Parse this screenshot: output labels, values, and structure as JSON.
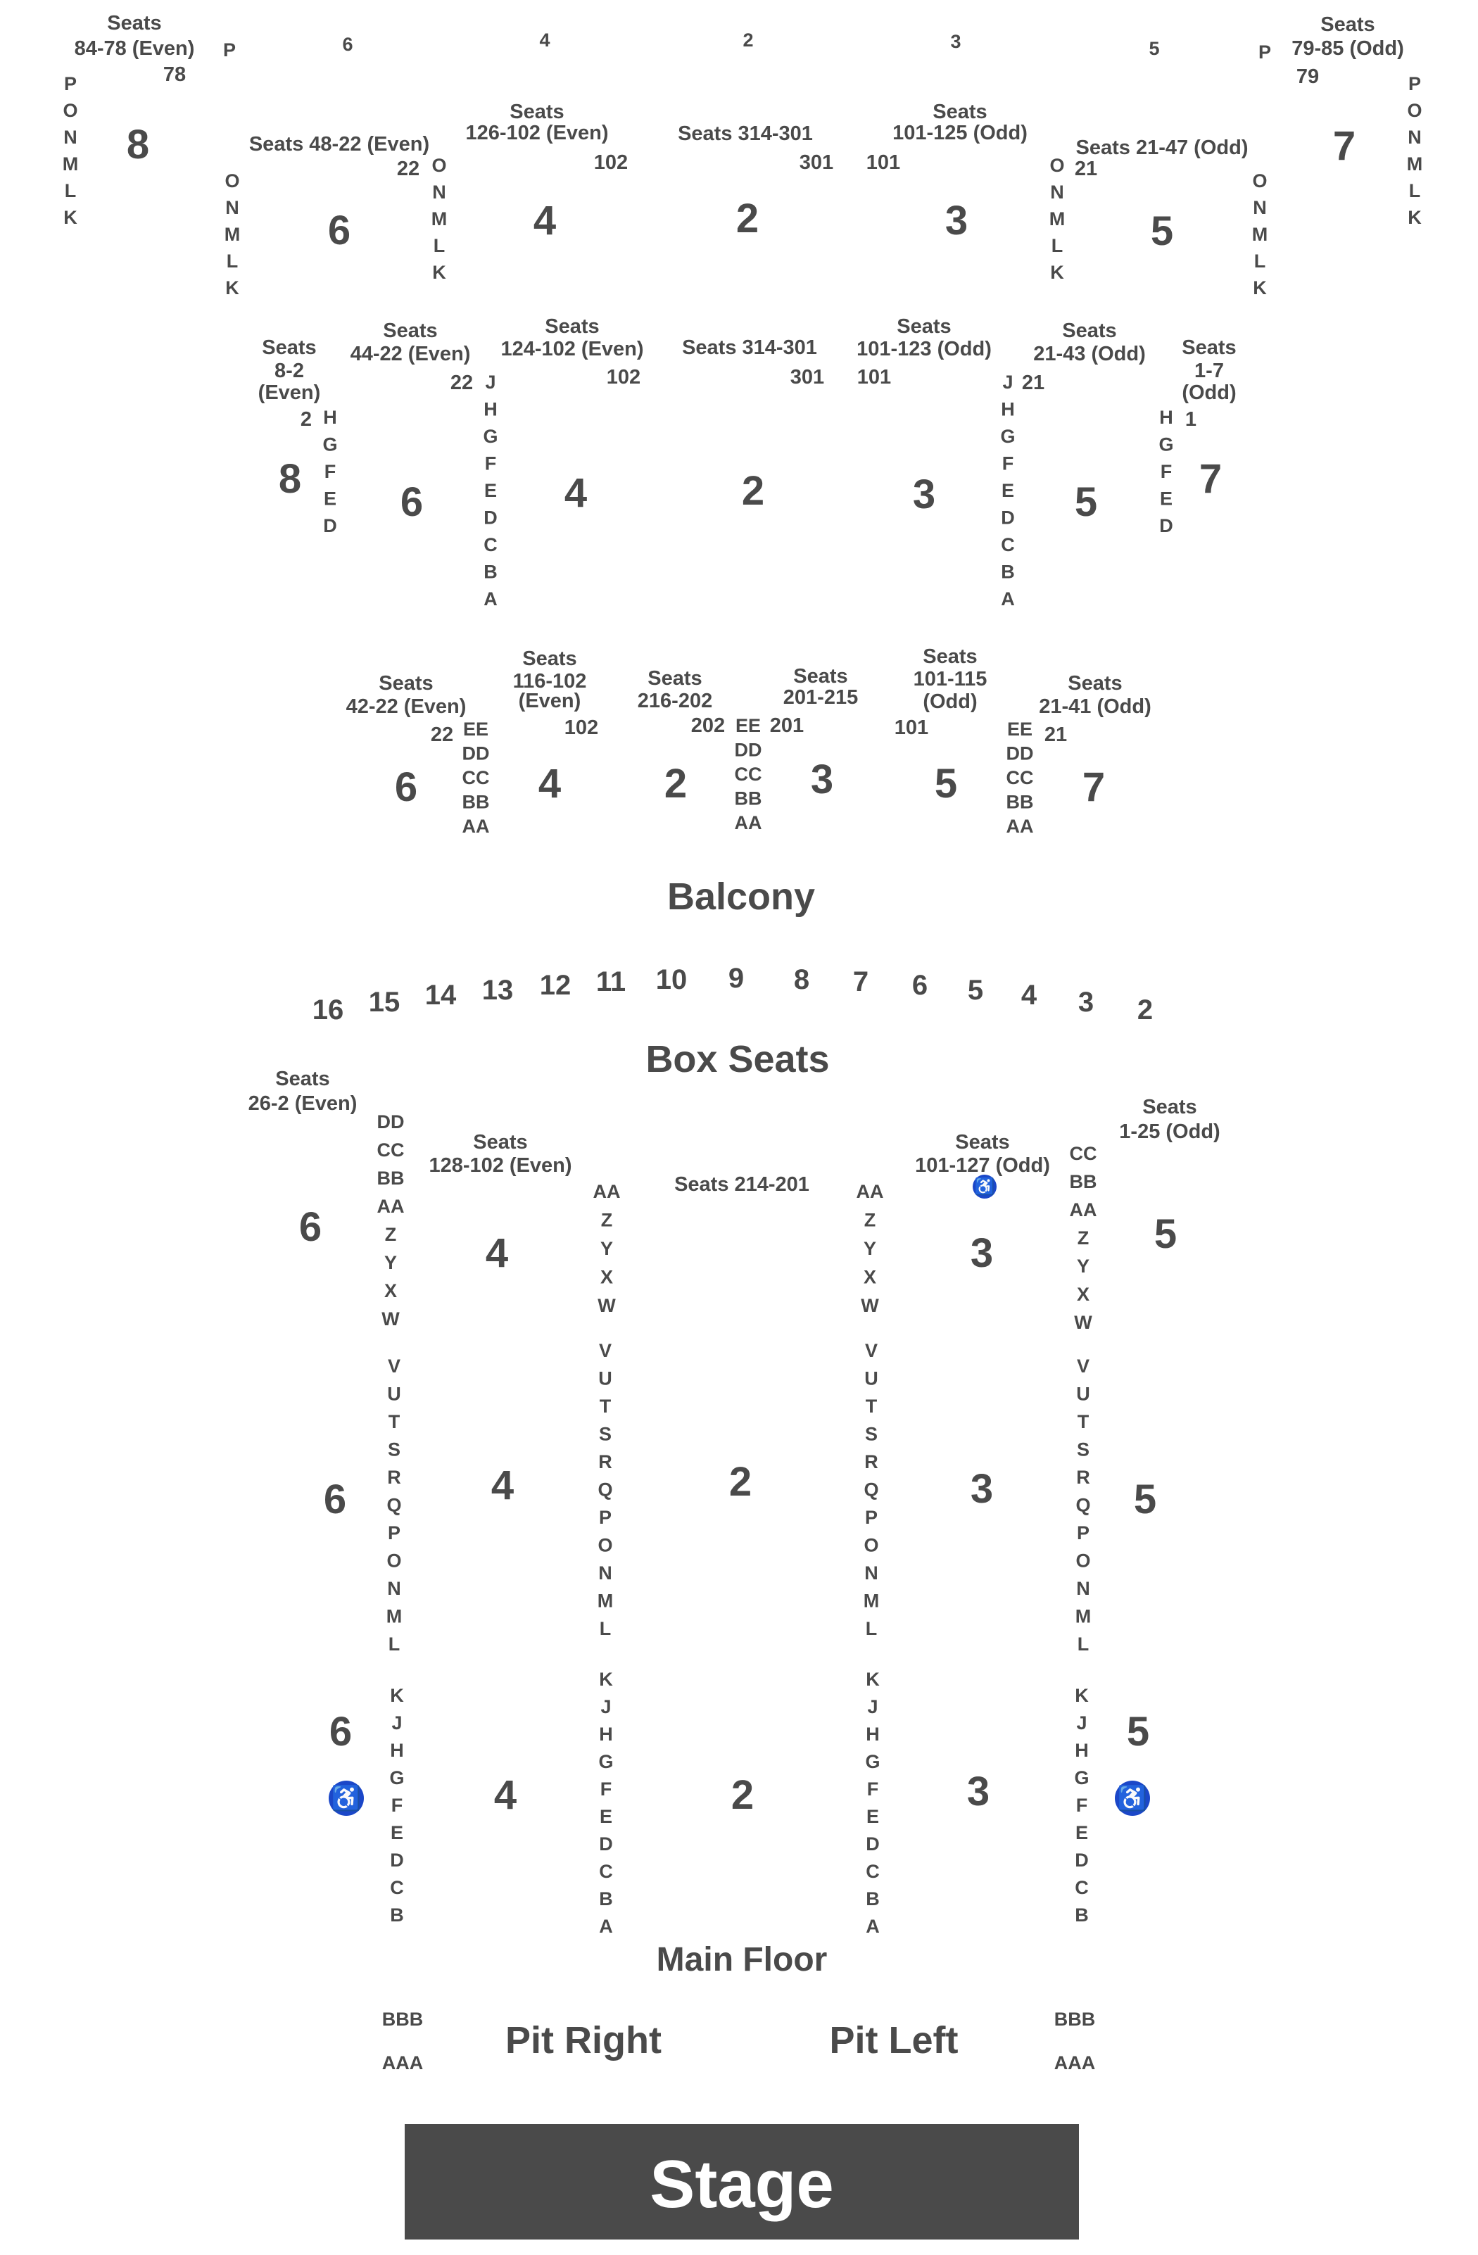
{
  "areas": {
    "balcony": "Balcony",
    "box_seats": "Box Seats",
    "main_floor": "Main Floor",
    "pit_right": "Pit Right",
    "pit_left": "Pit Left",
    "stage": "Stage"
  },
  "sections": {
    "upper": [
      "8",
      "6",
      "4",
      "2",
      "3",
      "5",
      "7"
    ],
    "middle": [
      "8",
      "6",
      "4",
      "2",
      "3",
      "5",
      "7"
    ],
    "lower": [
      "6",
      "4",
      "2",
      "3",
      "5",
      "7"
    ],
    "floor_front": [
      "6",
      "4",
      "2",
      "3",
      "5"
    ],
    "floor_mid": [
      "6",
      "4",
      "2",
      "3",
      "5"
    ],
    "floor_rear": [
      "6",
      "4",
      "2",
      "3",
      "5"
    ]
  },
  "seat_labels": {
    "upper": [
      "Seats 84-78 (Even)",
      "Seats 48-22 (Even)",
      "Seats 126-102 (Even)",
      "Seats 314-301",
      "Seats 101-125 (Odd)",
      "Seats 21-47 (Odd)",
      "Seats 79-85 (Odd)"
    ],
    "middle": [
      "Seats 8-2 (Even)",
      "Seats 44-22 (Even)",
      "Seats 124-102 (Even)",
      "Seats 314-301",
      "Seats 101-123 (Odd)",
      "Seats 21-43 (Odd)",
      "Seats 1-7 (Odd)"
    ],
    "lower": [
      "Seats 42-22 (Even)",
      "Seats 116-102 (Even)",
      "Seats 216-202",
      "Seats 201-215",
      "Seats 101-115 (Odd)",
      "Seats 21-41 (Odd)"
    ],
    "floor": [
      "Seats 26-2 (Even)",
      "Seats 128-102 (Even)",
      "Seats 214-201",
      "Seats 101-127 (Odd)",
      "Seats 1-25 (Odd)"
    ]
  },
  "seat_numbers": {
    "upper": [
      "78",
      "22",
      "102",
      "301",
      "101",
      "21",
      "79"
    ],
    "middle": [
      "2",
      "22",
      "102",
      "301",
      "101",
      "21",
      "1"
    ],
    "lower": [
      "22",
      "102",
      "202",
      "201",
      "101",
      "21"
    ]
  },
  "row_labels": {
    "upper_far": [
      "P",
      "O",
      "N",
      "M",
      "L",
      "K"
    ],
    "upper_near": [
      "O",
      "N",
      "M",
      "L",
      "K"
    ],
    "upper_top_letter": "P",
    "upper_top_numbers": [
      "6",
      "4",
      "2",
      "3",
      "5"
    ],
    "middle_inner": [
      "J",
      "H",
      "G",
      "F",
      "E",
      "D",
      "C",
      "B",
      "A"
    ],
    "middle_outer": [
      "H",
      "G",
      "F",
      "E",
      "D"
    ],
    "lower": [
      "EE",
      "DD",
      "CC",
      "BB",
      "AA"
    ],
    "floor_left_front": [
      "DD",
      "CC",
      "BB",
      "AA",
      "Z",
      "Y",
      "X",
      "W"
    ],
    "floor_right_front": [
      "CC",
      "BB",
      "AA",
      "Z",
      "Y",
      "X",
      "W"
    ],
    "floor_center_front": [
      "AA",
      "Z",
      "Y",
      "X",
      "W"
    ],
    "floor_mid": [
      "V",
      "U",
      "T",
      "S",
      "R",
      "Q",
      "P",
      "O",
      "N",
      "M",
      "L"
    ],
    "floor_outer_rear": [
      "K",
      "J",
      "H",
      "G",
      "F",
      "E",
      "D",
      "C",
      "B"
    ],
    "floor_center_rear": [
      "K",
      "J",
      "H",
      "G",
      "F",
      "E",
      "D",
      "C",
      "B",
      "A"
    ],
    "pit": [
      "BBB",
      "AAA"
    ]
  },
  "box_numbers": [
    "16",
    "15",
    "14",
    "13",
    "12",
    "11",
    "10",
    "9",
    "8",
    "7",
    "6",
    "5",
    "4",
    "3",
    "2"
  ],
  "icons": {
    "accessible": "wheelchair-icon",
    "accessible_glyph": "♿"
  },
  "colors": {
    "text": "#4a4a4a",
    "stage": "#4a4a4a",
    "accessible": "#1b47c8",
    "background": "#ffffff"
  }
}
